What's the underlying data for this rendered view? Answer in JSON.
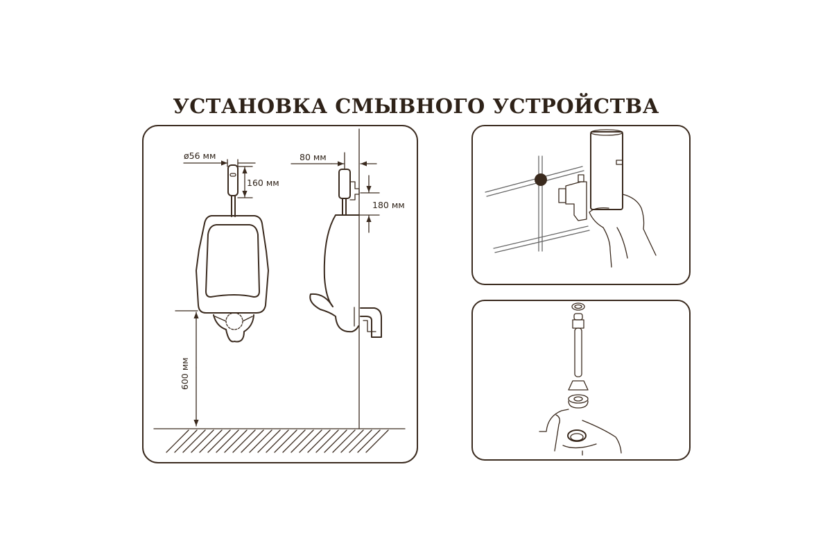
{
  "title": "УСТАНОВКА СМЫВНОГО УСТРОЙСТВА",
  "dimensions": {
    "diameter": "ø56 мм",
    "height_front": "160 мм",
    "offset_side": "80 мм",
    "height_side": "180 мм",
    "floor_height": "600 мм"
  },
  "colors": {
    "line": "#3a2a1e",
    "background": "#ffffff"
  }
}
